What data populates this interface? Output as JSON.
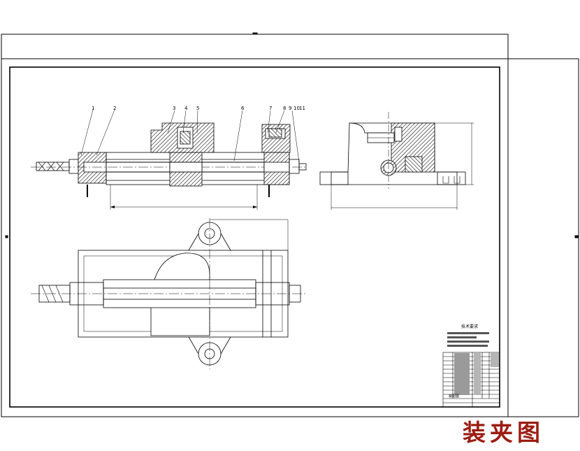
{
  "drawing": {
    "title": "装夹图",
    "title_color": "#9b1d12",
    "line_color": "#000000",
    "fill_color": "#bdbdbd",
    "callouts": [
      "1",
      "2",
      "3",
      "4",
      "5",
      "6",
      "7",
      "8",
      "9",
      "10",
      "11"
    ],
    "tech_requirements": {
      "heading": "技术要求",
      "lines": [
        "1.",
        "2."
      ]
    },
    "title_block": {
      "name": "装配图"
    }
  }
}
